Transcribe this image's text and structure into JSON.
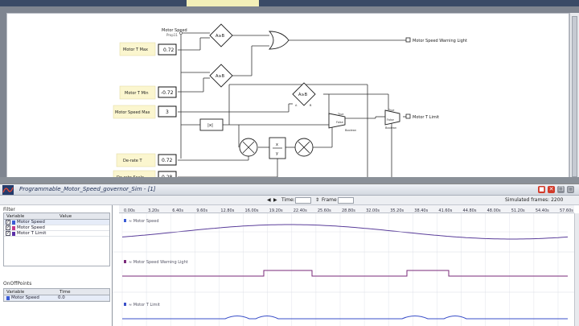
{
  "diagram": {
    "inputs": {
      "motor_speed": "Motor Speed",
      "motor_speed_sub": "Prop11",
      "motor_t_max": "Motor T Max",
      "motor_t_min": "Motor T Min",
      "motor_speed_max": "Motor Speed Max",
      "derate_t": "De-rate T",
      "derate_scale": "De-rate Scale"
    },
    "constants": {
      "t_max": "0.72",
      "t_min": "-0.72",
      "speed_max": "3",
      "derate_t": "0.72",
      "derate_scale": "0.28"
    },
    "blocks": {
      "cmp1": "A≥B",
      "cmp2": "A≥B",
      "cmp3": "A≥B",
      "abs": "|x|",
      "div_num": "x",
      "div_den": "y",
      "port_a": "A",
      "port_b": "B",
      "switch_true": "True",
      "switch_false": "False",
      "switch_label": "Boolean"
    },
    "outputs": {
      "warning": "Motor Speed Warning Light",
      "t_limit": "Motor T Limit"
    }
  },
  "scope": {
    "title": "Programmable_Motor_Speed_governor_Sim - [1]",
    "toolbar": {
      "time_label": "Time:",
      "frame_label": "Frame",
      "simulated_label": "Simulated frames: 2200"
    },
    "filter_label": "Filter",
    "table1": {
      "headers": [
        "Variable",
        "Value"
      ],
      "rows": [
        {
          "name": "Motor Speed",
          "color": "#3a5bd6",
          "checked": "✓"
        },
        {
          "name": "Motor Speed",
          "color": "#c23a8a",
          "checked": "✓"
        },
        {
          "name": "Motor T Limit",
          "color": "#5b2fa8",
          "checked": "✓"
        }
      ]
    },
    "onoff_label": "OnOffPoints",
    "table2": {
      "headers": [
        "Variable",
        "Time"
      ],
      "rows": [
        {
          "name": "Motor Speed",
          "value": "0.0",
          "color": "#3a5bd6"
        }
      ]
    },
    "ticks": [
      "0.00s",
      "3.20s",
      "6.40s",
      "9.60s",
      "12.80s",
      "16.00s",
      "19.20s",
      "22.40s",
      "25.60s",
      "28.80s",
      "32.00s",
      "35.20s",
      "38.40s",
      "41.60s",
      "44.80s",
      "48.00s",
      "51.20s",
      "54.40s",
      "57.60s"
    ],
    "traces": {
      "speed": "Motor Speed",
      "warning": "Motor Speed Warning Light",
      "tlimit": "Motor T Limit"
    }
  },
  "colors": {
    "input_label_bg": "#fbf6cf",
    "trace_speed": "#5a3d9a",
    "trace_warning": "#7a2a7a",
    "trace_tlimit": "#3a4fc8"
  }
}
